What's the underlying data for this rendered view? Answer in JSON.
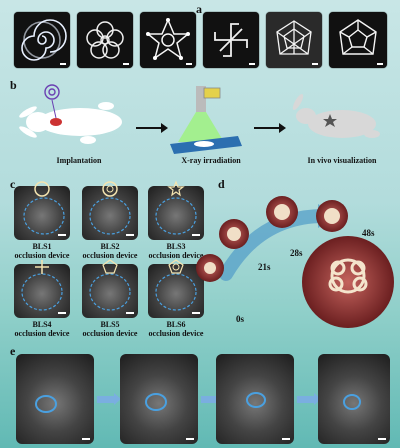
{
  "panels": {
    "a": "a",
    "b": "b",
    "c": "c",
    "d": "d",
    "e": "e"
  },
  "b_labels": {
    "implantation": "Implantation",
    "xray": "X-ray irradiation",
    "vivo": "In vivo visualization"
  },
  "c_labels": [
    [
      "BLS1",
      "occlusion device"
    ],
    [
      "BLS2",
      "occlusion device"
    ],
    [
      "BLS3",
      "occlusion device"
    ],
    [
      "BLS4",
      "occlusion device"
    ],
    [
      "BLS5",
      "occlusion device"
    ],
    [
      "BLS6",
      "occlusion device"
    ]
  ],
  "d_times": {
    "t0": "0s",
    "t21": "21s",
    "t28": "28s",
    "t48": "48s"
  },
  "colors": {
    "accent_blue": "#4aa0e0",
    "arrow_blue": "#7aaee0",
    "bg_top": "#c8e6e6",
    "bg_bottom": "#61b9b4"
  }
}
